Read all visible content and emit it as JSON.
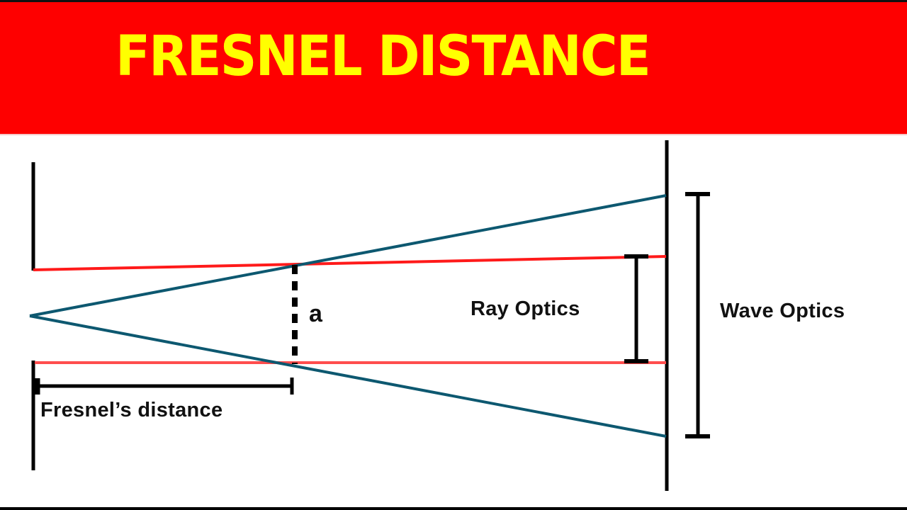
{
  "header": {
    "title": "FRESNEL DISTANCE",
    "background_color": "#fe0000",
    "text_color": "#ffff00"
  },
  "diagram": {
    "labels": {
      "aperture_width": "a",
      "fresnel_distance": "Fresnel’s distance",
      "ray_optics": "Ray Optics",
      "wave_optics": "Wave Optics"
    },
    "colors": {
      "ray_lines": "#ff1a1a",
      "diffraction_lines": "#0d5870",
      "barriers": "#000000"
    }
  }
}
